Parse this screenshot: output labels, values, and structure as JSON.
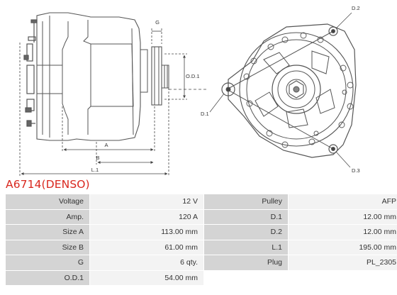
{
  "part": {
    "title": "A6714(DENSO)"
  },
  "drawing": {
    "labels": {
      "A": "A",
      "B": "B",
      "L1": "L.1",
      "G": "G",
      "OD1": "O.D.1",
      "D1": "D.1",
      "D2": "D.2",
      "D3": "D.3"
    }
  },
  "specs": [
    {
      "label": "Voltage",
      "value": "12 V",
      "label2": "Pulley",
      "value2": "AFP"
    },
    {
      "label": "Amp.",
      "value": "120 A",
      "label2": "D.1",
      "value2": "12.00 mm"
    },
    {
      "label": "Size A",
      "value": "113.00 mm",
      "label2": "D.2",
      "value2": "12.00 mm"
    },
    {
      "label": "Size B",
      "value": "61.00 mm",
      "label2": "L.1",
      "value2": "195.00 mm"
    },
    {
      "label": "G",
      "value": "6 qty.",
      "label2": "Plug",
      "value2": "PL_2305"
    },
    {
      "label": "O.D.1",
      "value": "54.00 mm",
      "label2": "",
      "value2": ""
    }
  ],
  "colors": {
    "title": "#d9281f",
    "label_bg": "#d4d4d4",
    "value_bg": "#f3f3f3"
  }
}
